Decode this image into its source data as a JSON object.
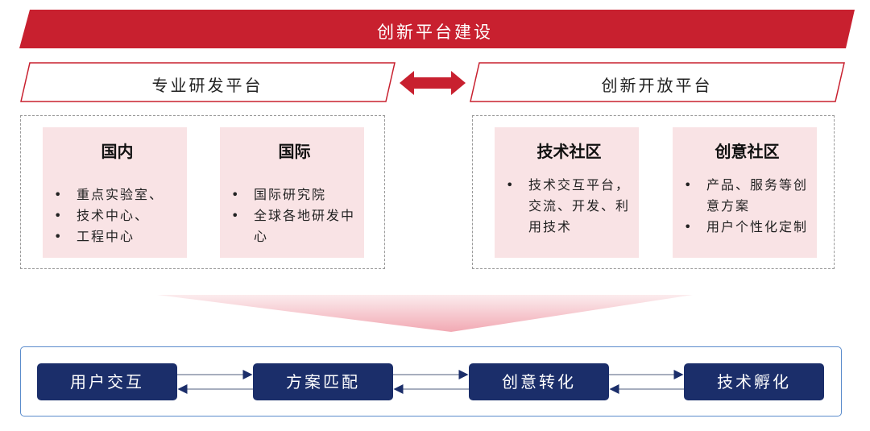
{
  "banner": {
    "title": "创新平台建设"
  },
  "left_platform": {
    "title": "专业研发平台",
    "cards": [
      {
        "title": "国内",
        "items": [
          "重点实验室、",
          "技术中心、",
          "工程中心"
        ]
      },
      {
        "title": "国际",
        "items": [
          "国际研究院",
          "全球各地研发中心"
        ]
      }
    ]
  },
  "right_platform": {
    "title": "创新开放平台",
    "cards": [
      {
        "title": "技术社区",
        "items": [
          "技术交互平台，交流、开发、利用技术"
        ]
      },
      {
        "title": "创意社区",
        "items": [
          "产品、服务等创意方案",
          "用户个性化定制"
        ]
      }
    ]
  },
  "process": {
    "steps": [
      "用户交互",
      "方案匹配",
      "创意转化",
      "技术孵化"
    ]
  },
  "colors": {
    "red": "#c8202f",
    "navy": "#1b2e6a",
    "pink": "#f9e3e5",
    "frame": "#5b8ccc"
  }
}
